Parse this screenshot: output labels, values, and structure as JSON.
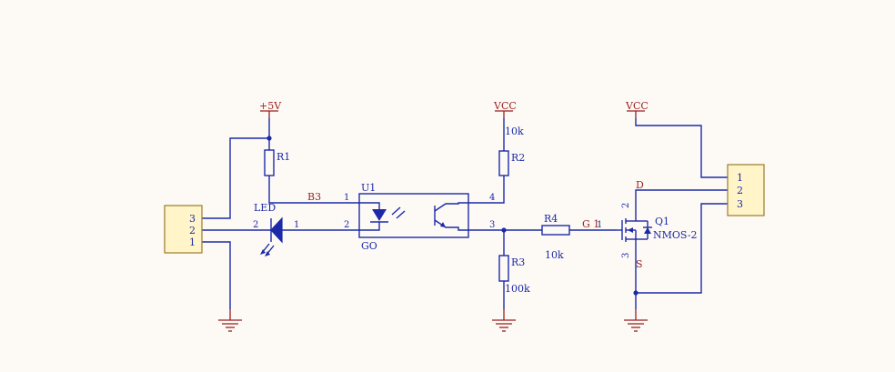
{
  "power": {
    "p5v": "+5V",
    "vcc1": "VCC",
    "vcc2": "VCC"
  },
  "components": {
    "r1": {
      "ref": "R1"
    },
    "r2": {
      "ref": "R2",
      "value": "10k"
    },
    "r3": {
      "ref": "R3",
      "value": "100k"
    },
    "r4": {
      "ref": "R4",
      "value": "10k"
    },
    "led": {
      "ref": "LED",
      "pin2": "2",
      "pin1": "1"
    },
    "u1": {
      "ref": "U1",
      "value": "GO",
      "pin1": "1",
      "pin2": "2",
      "pin3": "3",
      "pin4": "4"
    },
    "q1": {
      "ref": "Q1",
      "value": "NMOS-2",
      "pin_d": "2",
      "pin_s": "3",
      "pin_g": "1"
    },
    "j_left": {
      "pins": [
        "3",
        "2",
        "1"
      ]
    },
    "j_right": {
      "pins": [
        "1",
        "2",
        "3"
      ]
    }
  },
  "nets": {
    "b3": "B3",
    "g1": "G 1",
    "d": "D",
    "s": "S"
  },
  "colors": {
    "wire": "#1c2aa8",
    "power": "#9a1f1f",
    "connector_fill": "#fff5c8",
    "background": "#fdfaf5"
  }
}
